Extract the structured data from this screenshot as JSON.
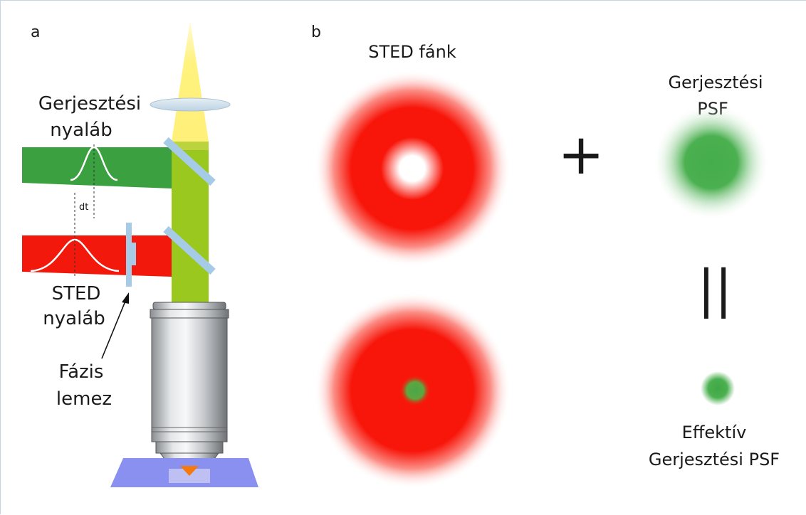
{
  "panels": {
    "a_label": "a",
    "b_label": "b"
  },
  "panel_a": {
    "excitation_beam": [
      "Gerjesztési",
      "nyaláb"
    ],
    "sted_beam": [
      "STED",
      "nyaláb"
    ],
    "phase_plate": [
      "Fázis",
      "lemez"
    ],
    "delay": "dt"
  },
  "panel_b": {
    "sted_donut": "STED fánk",
    "excitation_psf": [
      "Gerjesztési",
      "PSF"
    ],
    "plus_sign": "+",
    "equals_sign": "||",
    "effective_psf": [
      "Effektív",
      "Gerjesztési PSF"
    ]
  },
  "colors": {
    "green_beam": "#3aa040",
    "red_beam": "#f2180c",
    "yellow_beam": "#fff07a",
    "lime_beam": "#9ac81e",
    "mirror": "#a6cbe6",
    "donut_red": "#f8160a",
    "psf_green": "#4bb050",
    "stage": "#8a90f0",
    "frame": "#c8d3e6"
  }
}
